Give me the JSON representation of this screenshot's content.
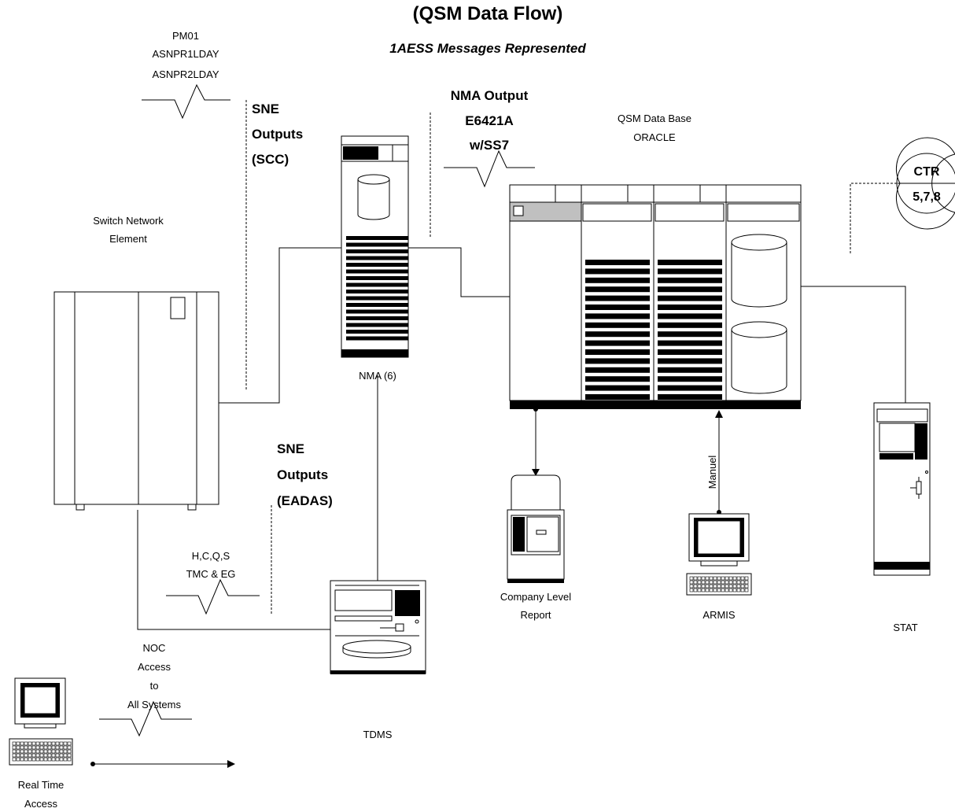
{
  "title": "(QSM Data Flow)",
  "subtitle": "1AESS Messages Represented",
  "messages": {
    "pm01": [
      "PM01",
      "ASNPR1LDAY",
      "ASNPR2LDAY"
    ],
    "sne_scc": [
      "SNE",
      "Outputs",
      "(SCC)"
    ],
    "nma_output": [
      "NMA Output",
      "E6421A",
      "w/SS7"
    ],
    "sne_eadas": [
      "SNE",
      "Outputs",
      "(EADAS)"
    ],
    "hcqs": [
      "H,C,Q,S",
      "TMC & EG"
    ],
    "noc": [
      "NOC",
      "Access",
      "to",
      "All Systems"
    ],
    "manuel": "Manuel"
  },
  "nodes": {
    "switch": [
      "Switch Network",
      "Element"
    ],
    "nma": "NMA (6)",
    "qsm": [
      "QSM Data Base",
      "ORACLE"
    ],
    "ctr": [
      "CTR",
      "5,7,8"
    ],
    "company_report": [
      "Company Level",
      "Report"
    ],
    "armis": "ARMIS",
    "stat": "STAT",
    "tdms": "TDMS",
    "realtime": [
      "Real Time",
      "Access"
    ]
  }
}
